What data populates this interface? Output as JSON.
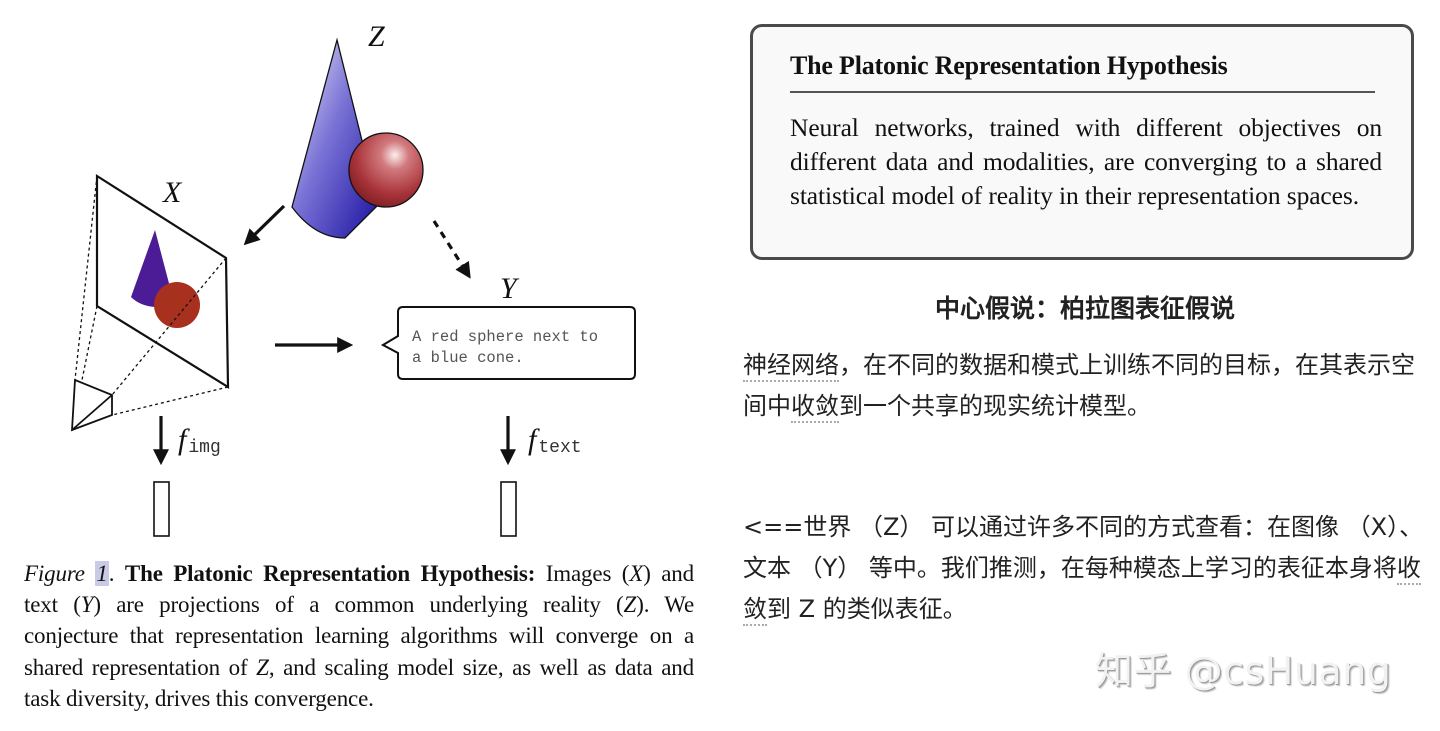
{
  "figure": {
    "labels": {
      "z": "Z",
      "x": "X",
      "y": "Y",
      "f_img_main": "f",
      "f_img_sub": "img",
      "f_text_main": "f",
      "f_text_sub": "text"
    },
    "speech_bubble": {
      "line1": "A red sphere next to",
      "line2": "a blue cone."
    },
    "colors": {
      "cone_light": "#d8d6f0",
      "cone_dark": "#1a10a0",
      "sphere_light": "#f4dcdc",
      "sphere_dark": "#9a2a30",
      "image_cone": "#4c1c96",
      "image_sphere": "#a8301e"
    },
    "caption": {
      "fig_word": "Figure",
      "fig_num": "1",
      "fig_sep": ". ",
      "bold_title": "The Platonic Representation Hypothesis:",
      "t1": " Images (",
      "m1": "X",
      "t2": ") and text (",
      "m2": "Y",
      "t3": ") are projections of a common underlying reality (",
      "m3": "Z",
      "t4": "). We conjecture that representation learning algorithms will converge on a shared representation of ",
      "m4": "Z",
      "t5": ", and scaling model size, as well as data and task diversity, drives this convergence."
    }
  },
  "hypothesis_box": {
    "title": "The Platonic Representation Hypothesis",
    "body": "Neural networks, trained with different objectives on different data and modalities, are converging to a shared statistical model of reality in their representation spaces."
  },
  "annotation": {
    "heading": "中心假说：柏拉图表征假说",
    "para1": {
      "link1": "神经网络",
      "t1": "，在不同的数据和模式上训练不同的目标，在其表示空间中",
      "link2": "收敛",
      "t2": "到一个共享的现实统计模型。"
    },
    "para2": {
      "t1": "<==世界 （Z） 可以通过许多不同的方式查看：在图像 （X）、文本 （Y） 等中。我们推测，在每种模态上学习的表征本身将",
      "link1": "收敛",
      "t2": "到 Z 的类似表征。"
    }
  },
  "watermark": {
    "text": "知乎 @csHuang"
  }
}
